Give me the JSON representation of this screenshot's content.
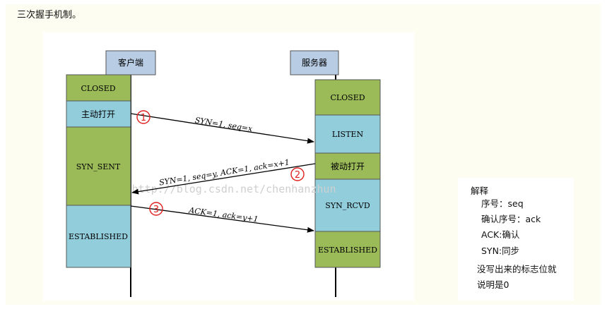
{
  "heading": "三次握手机制。",
  "client": {
    "title": "客户端",
    "states": [
      "CLOSED",
      "主动打开",
      "SYN_SENT",
      "ESTABLISHED"
    ]
  },
  "server": {
    "title": "服务器",
    "states": [
      "CLOSED",
      "LISTEN",
      "被动打开",
      "SYN_RCVD",
      "ESTABLISHED"
    ]
  },
  "messages": [
    {
      "step": "1",
      "label": "SYN=1, seq=x"
    },
    {
      "step": "2",
      "label": "SYN=1, seq=y, ACK=1, ack=x+1"
    },
    {
      "step": "3",
      "label": "ACK=1, ack=y+1"
    }
  ],
  "watermark": "http://blog.csdn.net/chenhanzhun",
  "legend": {
    "title": "解释",
    "lines": [
      "序号：seq",
      "确认序号：ack",
      "ACK:确认",
      "SYN:同步",
      "没写出来的标志位就",
      "说明是0"
    ]
  },
  "colors": {
    "state_green": "#9bbb59",
    "state_blue": "#92cddc",
    "header_blue": "#b8cce4",
    "circle_red": "#e02020"
  }
}
